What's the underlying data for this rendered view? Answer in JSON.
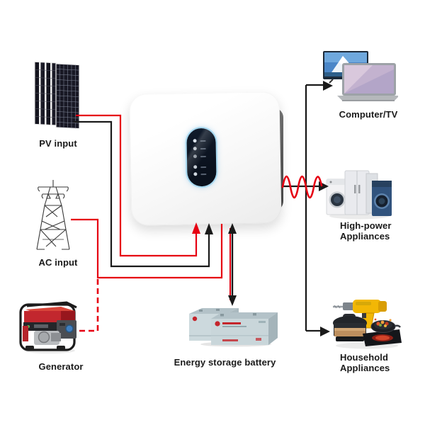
{
  "title": "Hybrid solar inverter system diagram",
  "labels": {
    "pv_input": "PV input",
    "ac_input": "AC input",
    "generator": "Generator",
    "energy_storage_battery": "Energy storage battery",
    "computer_tv": "Computer/TV",
    "high_power_line1": "High-power",
    "high_power_line2": "Appliances",
    "household_line1": "Household",
    "household_line2": "Appliances"
  },
  "colors": {
    "wire_red": "#e60012",
    "wire_black": "#1a1a1a",
    "label_text": "#1a1a1a",
    "display_glow": "#a5d8f0",
    "inverter_side": "#595959",
    "battery_body": "#c9d6da",
    "generator_red": "#c2272e"
  },
  "inverter_display": {
    "led_count": 5
  },
  "connections": [
    {
      "from": "pv-panels",
      "to": "inverter",
      "wires": [
        "red",
        "black"
      ],
      "style": "solid",
      "arrow": "into-inverter"
    },
    {
      "from": "ac-grid-tower",
      "to": "inverter",
      "wires": [
        "red"
      ],
      "style": "solid",
      "arrow": "none"
    },
    {
      "from": "generator",
      "to": "ac-input-line",
      "wires": [
        "red"
      ],
      "style": "dashed",
      "arrow": "none"
    },
    {
      "from": "inverter",
      "to": "energy-storage-battery",
      "wires": [
        "black",
        "red"
      ],
      "style": "solid",
      "arrow": "bidirectional"
    },
    {
      "from": "inverter",
      "to": "computer-tv",
      "wires": [
        "black"
      ],
      "style": "solid",
      "arrow": "to-load"
    },
    {
      "from": "inverter",
      "to": "high-power-appliances",
      "wires": [
        "black"
      ],
      "style": "solid",
      "arrow": "to-load",
      "overlay": "ac-sine-wave"
    },
    {
      "from": "inverter",
      "to": "household-appliances",
      "wires": [
        "black"
      ],
      "style": "solid",
      "arrow": "to-load"
    }
  ]
}
